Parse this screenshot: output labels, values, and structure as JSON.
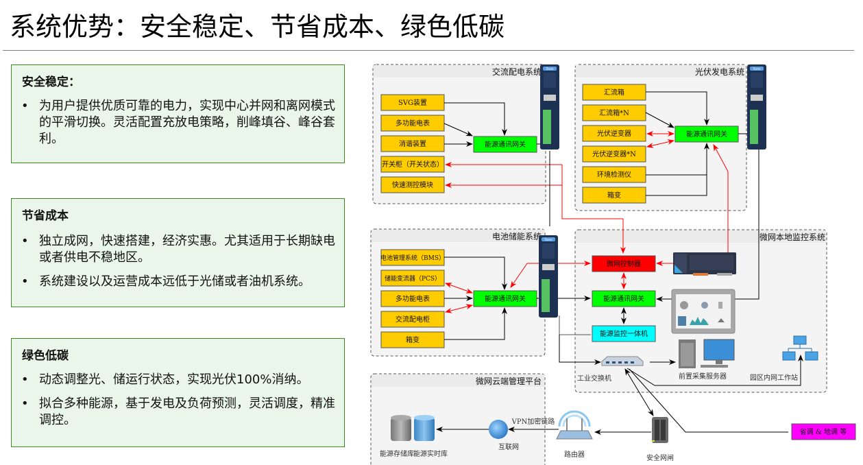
{
  "page": {
    "title": "系统优势：安全稳定、节省成本、绿色低碳"
  },
  "cards": [
    {
      "heading": "安全稳定：",
      "bullets": [
        "为用户提供优质可靠的电力，实现中心并网和离网模式的平滑切换。灵活配置充放电策略，削峰填谷、峰谷套利。"
      ]
    },
    {
      "heading": "节省成本",
      "bullets": [
        "独立成网，快速搭建，经济实惠。尤其适用于长期缺电或者供电不稳地区。",
        "系统建设以及运营成本远低于光储或者油机系统。"
      ]
    },
    {
      "heading": "绿色低碳",
      "bullets": [
        "动态调整光、储运行状态，实现光伏100%消纳。",
        "拟合多种能源，基于发电及负荷预测，灵活调度，精准调控。"
      ]
    }
  ],
  "diagram": {
    "colors": {
      "device_box": "#ffcc00",
      "gateway": "#00ff00",
      "controller": "#ff0000",
      "monitor": "#00ffff",
      "dispatch": "#ff00ff",
      "group_bg": "#f4f4f4",
      "red_link": "#ff0000",
      "black_link": "#000000"
    },
    "groups": {
      "ac": {
        "title": "交流配电系统",
        "devices": [
          "SVG装置",
          "多功能电表",
          "消谐装置",
          "开关柜（开关状态）",
          "快速测控模块"
        ],
        "gateway": "能源通讯网关"
      },
      "pv": {
        "title": "光伏发电系统",
        "devices": [
          "汇流箱",
          "汇流箱*N",
          "光伏逆变器",
          "光伏逆变器*N",
          "环境检测仪",
          "箱变"
        ],
        "gateway": "能源通讯网关"
      },
      "battery": {
        "title": "电池储能系统",
        "devices": [
          "电池管理系统（BMS）",
          "储能变流器（PCS）",
          "多功能电表",
          "交流配电柜",
          "箱变"
        ],
        "gateway": "能源通讯网关"
      },
      "local": {
        "title": "微网本地监控系统",
        "controller": "微网控制器",
        "gateway": "能源通讯网关",
        "monitor": "能源监控一体机",
        "switch_label": "工业交换机",
        "server_label": "前置采集服务器",
        "workstation_label": "园区内网工作站"
      },
      "cloud": {
        "title": "微网云端管理平台",
        "storage_db_label": "能源存储库",
        "realtime_db_label": "能源实时库",
        "internet_label": "互联网",
        "vpn_label": "VPN加密链路"
      }
    },
    "router_label": "路由器",
    "firewall_label": "安全网闸",
    "dispatch_label": "省调 & 地调 等",
    "device_brand": "Toren"
  }
}
